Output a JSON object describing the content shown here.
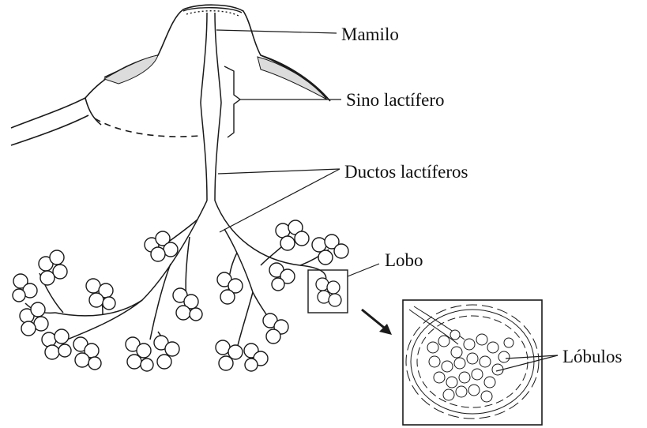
{
  "labels": {
    "mamilo": "Mamilo",
    "sino": "Sino lactífero",
    "ductos": "Ductos lactíferos",
    "lobo": "Lobo",
    "lobulos": "Lóbulos"
  },
  "colors": {
    "ink": "#1a1a1a",
    "paper": "#ffffff",
    "shade": "#dcdcdc"
  }
}
